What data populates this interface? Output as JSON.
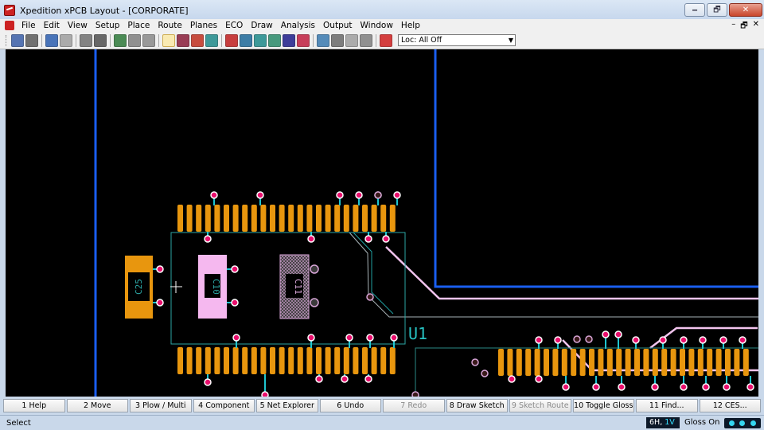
{
  "window": {
    "title": "Xpedition xPCB Layout   - [CORPORATE]",
    "minimize_glyph": "🗕",
    "maximize_glyph": "🗗",
    "close_glyph": "✕"
  },
  "menu": {
    "items": [
      "File",
      "Edit",
      "View",
      "Setup",
      "Place",
      "Route",
      "Planes",
      "ECO",
      "Draw",
      "Analysis",
      "Output",
      "Window",
      "Help"
    ],
    "mdi_minimize": "–",
    "mdi_restore": "🗗",
    "mdi_close": "✕"
  },
  "toolbar": {
    "buttons": [
      {
        "name": "save-icon",
        "color": "#3a5fa8"
      },
      {
        "name": "find-icon",
        "color": "#5a5a5a"
      },
      {
        "name": "undo-icon",
        "color": "#2d5fb0"
      },
      {
        "name": "redo-icon",
        "color": "#a0a0a0"
      },
      {
        "name": "push-icon",
        "color": "#707070"
      },
      {
        "name": "move-icon",
        "color": "#505050"
      },
      {
        "name": "layer-icon",
        "color": "#2f7a3a"
      },
      {
        "name": "board-icon",
        "color": "#808080"
      },
      {
        "name": "copy-icon",
        "color": "#8a8a8a"
      },
      {
        "name": "select-icon",
        "color": "#e8c040"
      },
      {
        "name": "component-icon",
        "color": "#8a1e3a"
      },
      {
        "name": "route-icon",
        "color": "#c03020"
      },
      {
        "name": "plow-icon",
        "color": "#208a8a"
      },
      {
        "name": "ces-icon",
        "color": "#c02020"
      },
      {
        "name": "grid-icon",
        "color": "#1e6a9a"
      },
      {
        "name": "diamond-icon",
        "color": "#1e8a8a"
      },
      {
        "name": "net-icon",
        "color": "#2a8a6a"
      },
      {
        "name": "drc-icon",
        "color": "#1e1e8a"
      },
      {
        "name": "drc-check-icon",
        "color": "#c02040"
      },
      {
        "name": "zoom-icon",
        "color": "#3a7ab0"
      },
      {
        "name": "view-icon",
        "color": "#6a6a6a"
      },
      {
        "name": "sheet-icon",
        "color": "#a0a0a0"
      },
      {
        "name": "print-icon",
        "color": "#808080"
      },
      {
        "name": "matrix-icon",
        "color": "#d02020"
      }
    ],
    "locale_select": "Loc: All Off"
  },
  "canvas": {
    "ref_u1": "U1",
    "ref_c25": "C25",
    "ref_c10": "C10",
    "ref_c11": "C11"
  },
  "fkeys": [
    {
      "label": "1 Help",
      "enabled": true
    },
    {
      "label": "2 Move",
      "enabled": true
    },
    {
      "label": "3 Plow / Multi",
      "enabled": true
    },
    {
      "label": "4 Component",
      "enabled": true
    },
    {
      "label": "5 Net Explorer",
      "enabled": true
    },
    {
      "label": "6 Undo",
      "enabled": true
    },
    {
      "label": "7 Redo",
      "enabled": false
    },
    {
      "label": "8 Draw Sketch",
      "enabled": true
    },
    {
      "label": "9 Sketch Route",
      "enabled": false
    },
    {
      "label": "10 Toggle Gloss",
      "enabled": true
    },
    {
      "label": "11 Find...",
      "enabled": true
    },
    {
      "label": "12 CES...",
      "enabled": true
    }
  ],
  "status": {
    "mode": "Select",
    "layer_h": "6H, ",
    "layer_v": "1V",
    "gloss": "Gloss On"
  }
}
